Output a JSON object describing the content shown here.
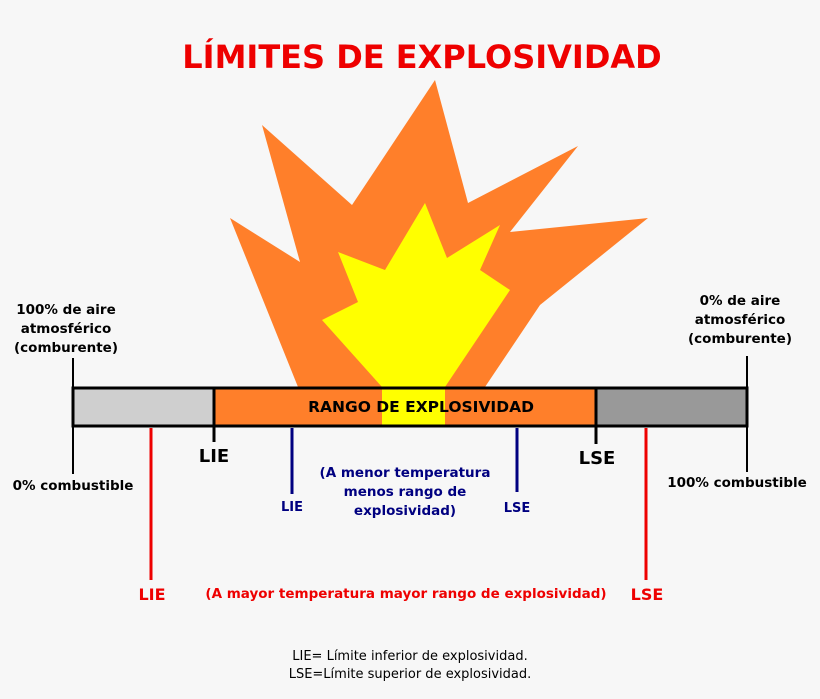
{
  "title": "LÍMITES DE EXPLOSIVIDAD",
  "left_top_label": "100% de aire\natmosférico\n(comburente)",
  "right_top_label": "0% de aire\natmosférico\n(comburente)",
  "left_bottom_label": "0% combustible",
  "right_bottom_label": "100% combustible",
  "bar_label": "RANGO DE EXPLOSIVIDAD",
  "lie_label": "LIE",
  "lse_label": "LSE",
  "low_temp": {
    "note": "(A menor temperatura\nmenos rango de\nexplosividad)",
    "lie": "LIE",
    "lse": "LSE"
  },
  "high_temp": {
    "note": "(A mayor temperatura mayor rango de explosividad)",
    "lie": "LIE",
    "lse": "LSE"
  },
  "footer": {
    "line1": "LIE= Límite inferior de explosividad.",
    "line2": "LSE=Límite superior de explosividad."
  },
  "colors": {
    "title": "#ee0000",
    "bar_left": "#cfcfcf",
    "bar_mid": "#ff7f2a",
    "bar_right": "#999999",
    "flame_outer": "#ff7f2a",
    "flame_inner": "#ffff00",
    "low_temp": "#000080",
    "high_temp": "#ee0000"
  }
}
